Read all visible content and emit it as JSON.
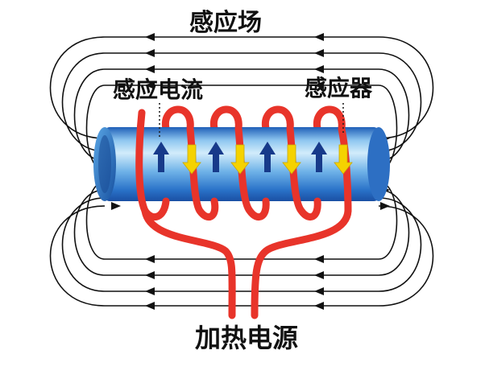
{
  "labels": {
    "induction_field": "感应场",
    "induced_current": "感应电流",
    "inductor": "感应器",
    "heating_power": "加热电源"
  },
  "colors": {
    "coil": "#e8342a",
    "tube_light": "#a9d6f5",
    "tube_mid": "#3b8fdc",
    "tube_dark": "#1a4fa3",
    "current_arrow": "#173a8a",
    "coil_arrow": "#f5d200",
    "field_line": "#111111"
  },
  "icons": {
    "current_arrow": "arrow-up-icon",
    "coil_direction_arrow": "arrow-down-icon",
    "field_arrow": "arrowhead-icon"
  }
}
